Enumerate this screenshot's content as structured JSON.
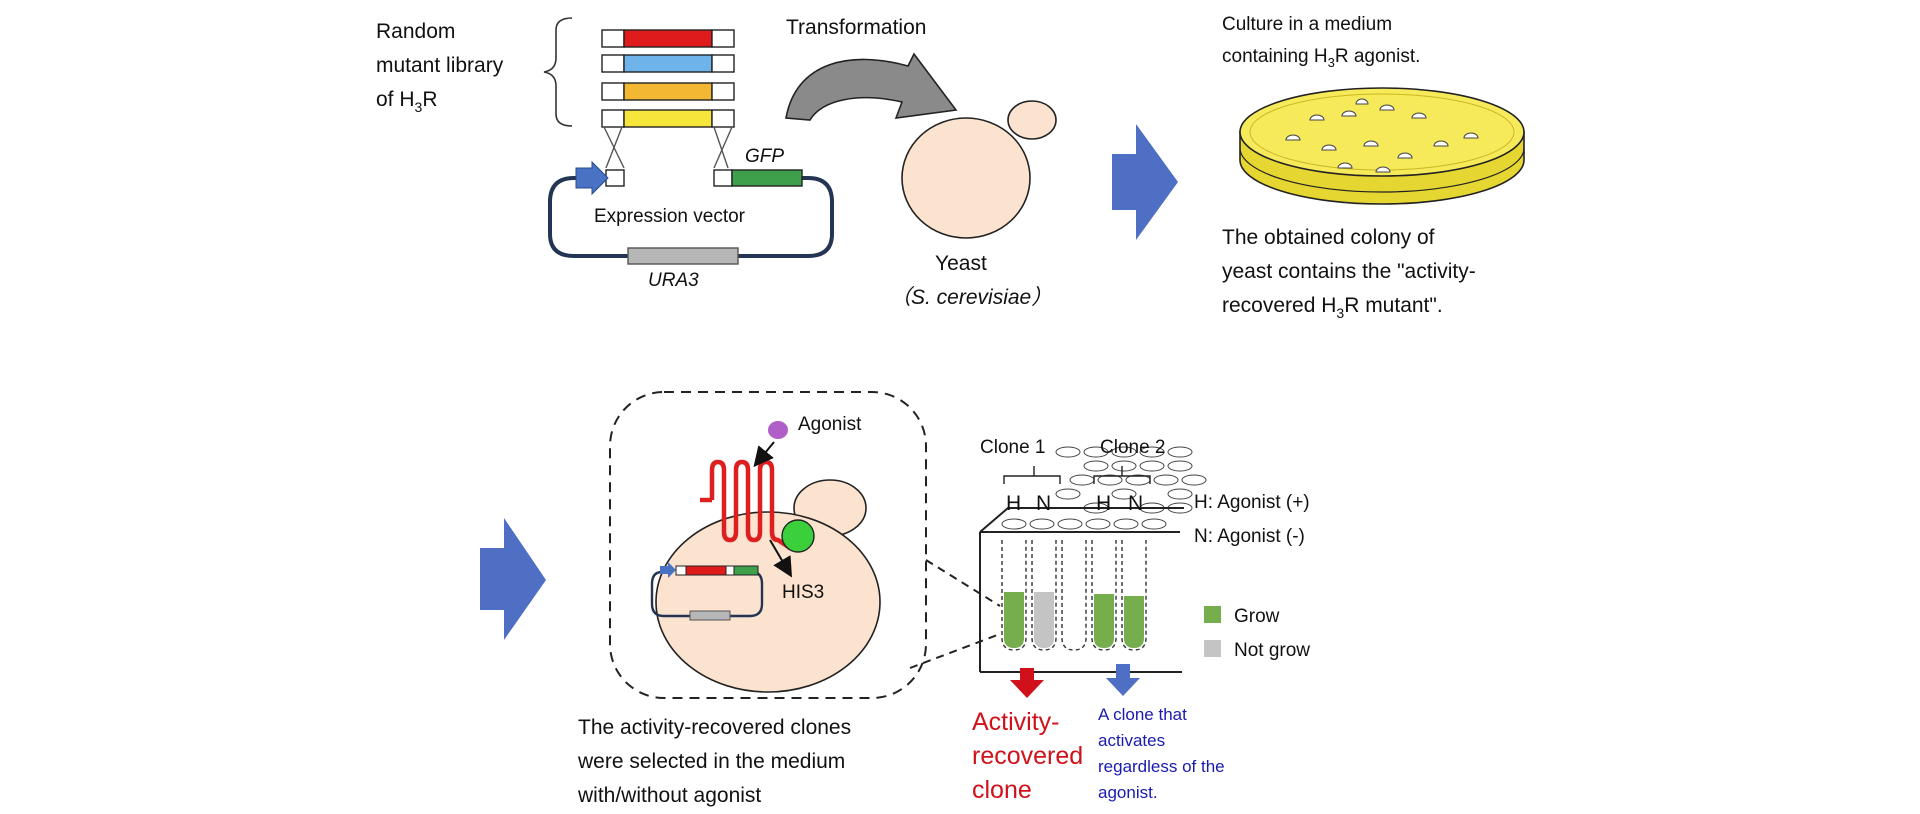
{
  "library": {
    "label_line1": "Random",
    "label_line2": "mutant library",
    "label_line3_prefix": "of H",
    "label_sub": "3",
    "label_suffix": "R",
    "bar_colors": [
      "#e01b1b",
      "#6eb4ea",
      "#f2b833",
      "#f6e53a"
    ]
  },
  "vector": {
    "label": "Expression vector",
    "gfp_label": "GFP",
    "ura3_label": "URA3"
  },
  "transformation": {
    "label": "Transformation"
  },
  "yeast": {
    "label": "Yeast",
    "species": "（S. cerevisiae）"
  },
  "culture": {
    "line1": "Culture in a medium",
    "line2_prefix": "containing H",
    "line2_sub": "3",
    "line2_suffix": "R agonist."
  },
  "colony": {
    "line1": "The obtained colony of",
    "line2": "yeast contains the \"activity-",
    "line3_prefix": "recovered H",
    "line3_sub": "3",
    "line3_suffix": "R mutant\"."
  },
  "inset": {
    "agonist_label": "Agonist",
    "his3_label": "HIS3"
  },
  "plate": {
    "clone1": "Clone 1",
    "clone2": "Clone 2",
    "h": "H",
    "n": "N",
    "h_def": "H: Agonist (+)",
    "n_def": "N: Agonist (-)"
  },
  "legend": {
    "grow": "Grow",
    "not_grow": "Not grow",
    "grow_color": "#76ad4d",
    "not_grow_color": "#c4c4c4"
  },
  "selection_caption": {
    "line1": "The activity-recovered clones",
    "line2": "were selected in the medium",
    "line3": "with/without agonist"
  },
  "result_red": {
    "line1": "Activity-",
    "line2": "recovered",
    "line3": "clone",
    "color": "#d0111b"
  },
  "result_blue": {
    "line1": "A clone that",
    "line2": "activates",
    "line3": "regardless of the",
    "line4": "agonist.",
    "color": "#1a1ab0"
  }
}
